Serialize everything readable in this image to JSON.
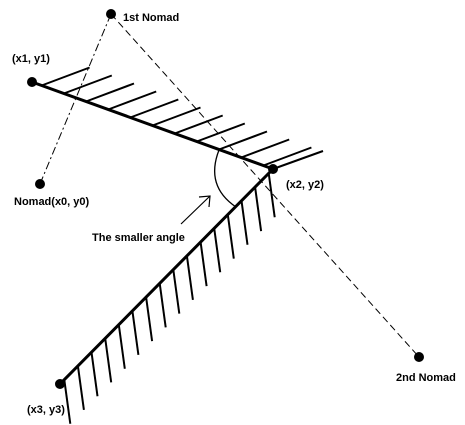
{
  "labels": {
    "first_nomad": "1st Nomad",
    "second_nomad": "2nd Nomad",
    "nomad_origin": "Nomad(x0, y0)",
    "p1": "(x1, y1)",
    "p2": "(x2, y2)",
    "p3": "(x3, y3)",
    "angle_note": "The smaller angle"
  },
  "colors": {
    "ink": "#000000",
    "background": "#ffffff"
  }
}
